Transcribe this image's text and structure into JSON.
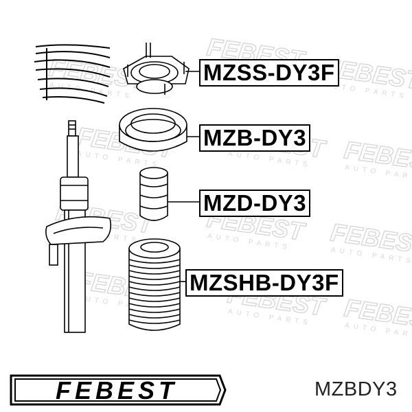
{
  "brand": {
    "logo_text": "FEBEST",
    "watermark_text": "FEBEST",
    "watermark_subtext": "AUTO PARTS"
  },
  "parts": [
    {
      "label": "MZSS-DY3F"
    },
    {
      "label": "MZB-DY3"
    },
    {
      "label": "MZD-DY3"
    },
    {
      "label": "MZSHB-DY3F"
    }
  ],
  "article": {
    "code": "MZBDY3"
  },
  "colors": {
    "line": "#000000",
    "watermark": "#d9d9d9",
    "background": "#ffffff"
  }
}
